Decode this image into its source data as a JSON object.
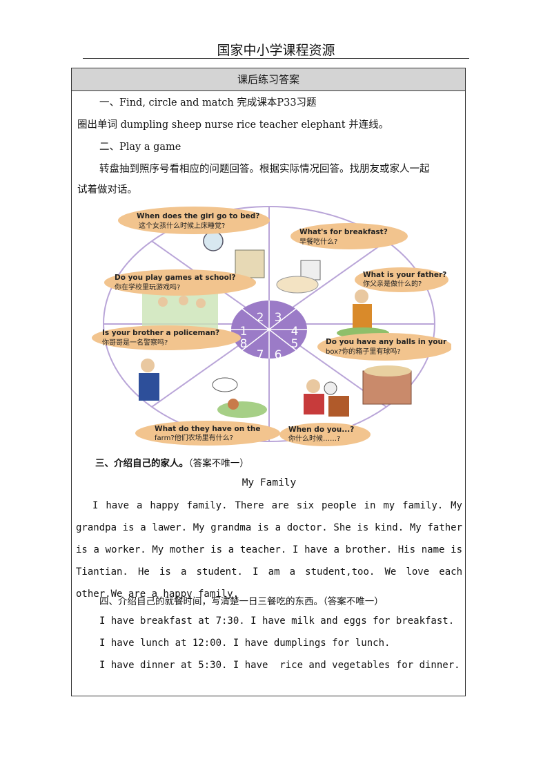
{
  "header": {
    "title": "国家中小学课程资源"
  },
  "box": {
    "title": "课后练习答案",
    "section1": {
      "heading": "一、Find, circle and match 完成课本P33习题",
      "detail": "圈出单词 dumpling sheep nurse rice teacher elephant 并连线。"
    },
    "section2": {
      "heading": "二、Play a game",
      "instruction_line1": "转盘抽到照序号看相应的问题回答。根据实际情况回答。找朋友或家人一起",
      "instruction_line2": "试着做对话。"
    },
    "wheel": {
      "numbers": [
        "1",
        "2",
        "3",
        "4",
        "5",
        "6",
        "7",
        "8"
      ],
      "bubbles": [
        {
          "en": "When does the girl go to bed?",
          "zh": "这个女孩什么时候上床睡觉?"
        },
        {
          "en": "What's for breakfast?",
          "zh": "早餐吃什么?"
        },
        {
          "en": "Do you play games at school?",
          "zh": "你在学校里玩游戏吗?"
        },
        {
          "en": "What is your father?",
          "zh": "你父亲是做什么的?"
        },
        {
          "en": "Is your brother a policeman?",
          "zh": "你哥哥是一名警察吗?"
        },
        {
          "en": "Do you have any balls in your",
          "zh": "box?你的箱子里有球吗?"
        },
        {
          "en": "What do they have on the",
          "zh": "farm?他们农场里有什么?"
        },
        {
          "en": "When do you...?",
          "zh": "你什么时候……?"
        }
      ]
    },
    "section3": {
      "heading": "三、介绍自己的家人。",
      "note": "（答案不唯一）",
      "essay_title": "My Family",
      "essay": "I have a happy family. There are six people in my family. My grandpa is a lawer. My grandma is a doctor. She is kind. My father is a worker. My mother is a teacher. I have a brother. His name is Tiantian. He is a student. I am a student,too. We love each other.We are a happy family."
    },
    "section4": {
      "heading": "四、介绍自己的就餐时间，写清楚一日三餐吃的东西。（答案不唯一）",
      "lines": [
        "I have breakfast at 7:30. I have milk and eggs for breakfast.",
        "I have lunch at 12:00. I have dumplings for lunch.",
        "I have dinner at 5:30. I have  rice and vegetables for dinner."
      ]
    }
  },
  "colors": {
    "header_bg": "#d4d4d4",
    "wheel_center": "#9b7bc7",
    "wheel_line": "#b9a5d8",
    "bubble": "#f2c48e"
  }
}
